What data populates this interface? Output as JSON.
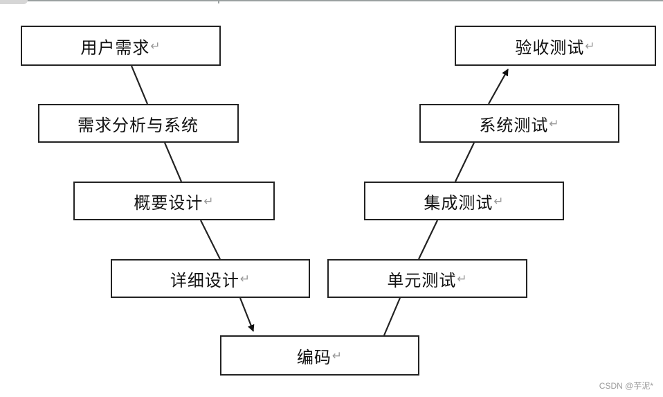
{
  "left_arm": [
    {
      "id": "user-requirements",
      "label": "用户需求",
      "return_mark": "↵"
    },
    {
      "id": "requirements-analysis",
      "label": "需求分析与系统",
      "return_mark": ""
    },
    {
      "id": "outline-design",
      "label": "概要设计",
      "return_mark": "↵"
    },
    {
      "id": "detailed-design",
      "label": "详细设计",
      "return_mark": "↵"
    }
  ],
  "bottom": {
    "id": "coding",
    "label": "编码",
    "return_mark": "↵"
  },
  "right_arm": [
    {
      "id": "unit-test",
      "label": "单元测试",
      "return_mark": "↵"
    },
    {
      "id": "integration-test",
      "label": "集成测试",
      "return_mark": "↵"
    },
    {
      "id": "system-test",
      "label": "系统测试",
      "return_mark": "↵"
    },
    {
      "id": "acceptance-test",
      "label": "验收测试",
      "return_mark": "↵"
    }
  ],
  "watermark": "CSDN @芋泥*"
}
